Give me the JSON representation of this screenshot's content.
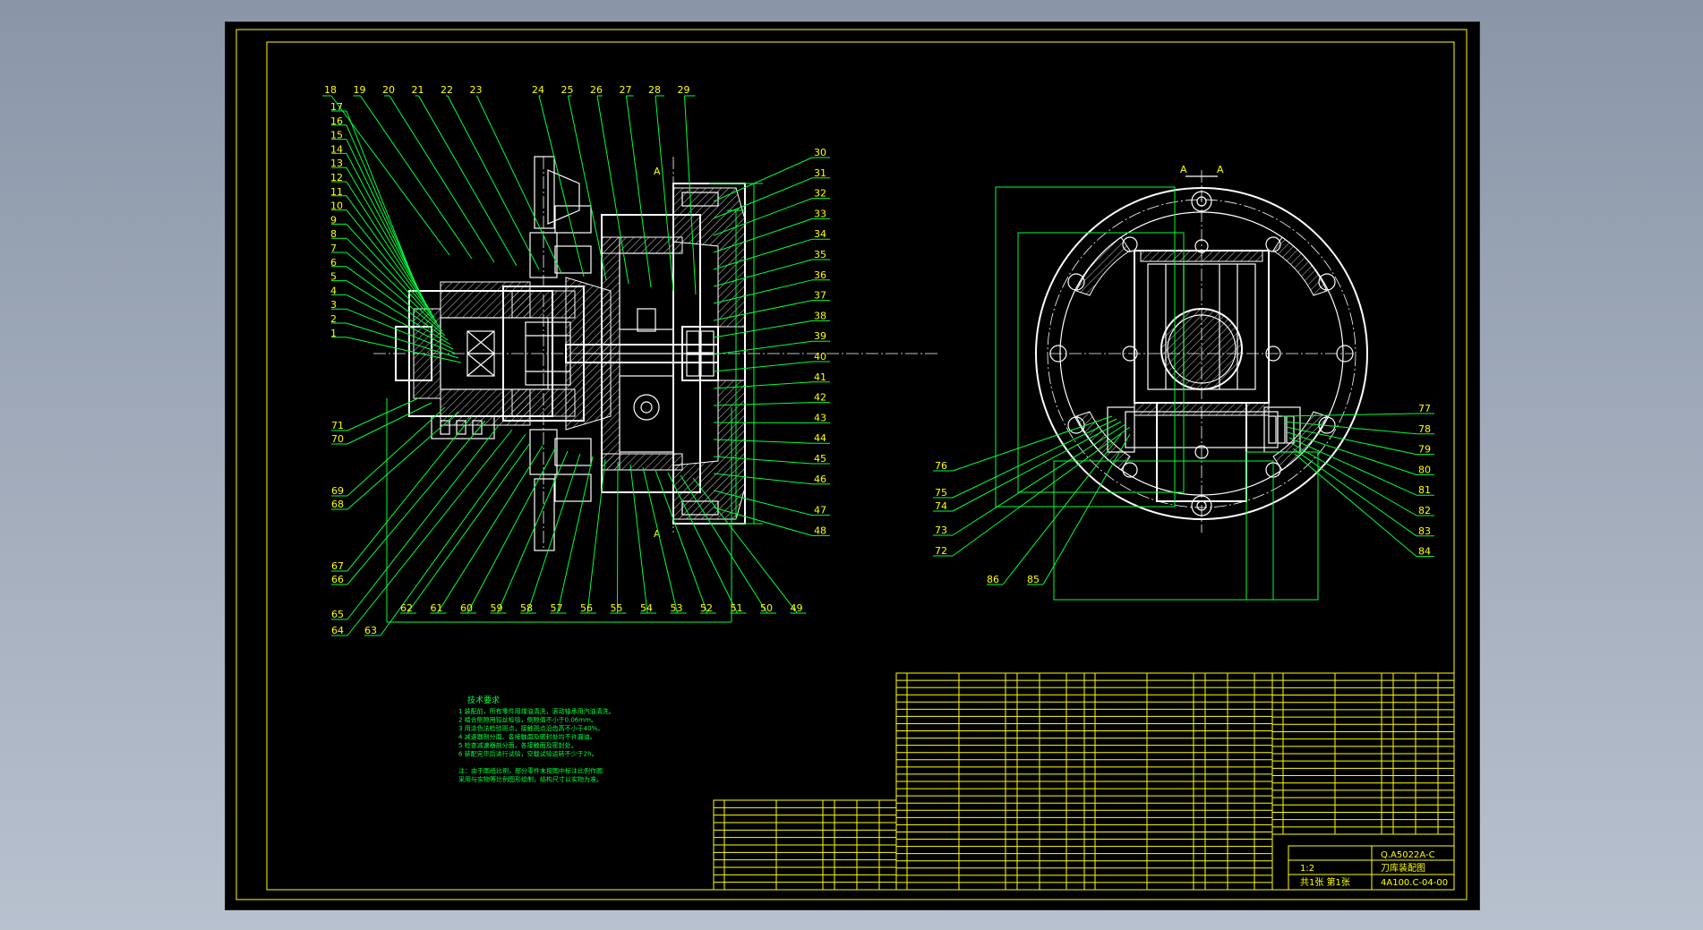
{
  "colors": {
    "background": "#000000",
    "frame": "#ffff00",
    "leader": "#00ff3c",
    "geometry": "#ffffff"
  },
  "left_view": {
    "section_marks": [
      "A",
      "A"
    ],
    "labels_top": [
      "18",
      "19",
      "20",
      "21",
      "22",
      "23",
      "24",
      "25",
      "26",
      "27",
      "28",
      "29"
    ],
    "labels_left": [
      "17",
      "16",
      "15",
      "14",
      "13",
      "12",
      "11",
      "10",
      "9",
      "8",
      "7",
      "6",
      "5",
      "4",
      "3",
      "2",
      "1"
    ],
    "labels_left_lower": [
      "71",
      "70",
      "69",
      "68",
      "67",
      "66",
      "65",
      "64",
      "63"
    ],
    "labels_right": [
      "30",
      "31",
      "32",
      "33",
      "34",
      "35",
      "36",
      "37",
      "38",
      "39",
      "40",
      "41",
      "42",
      "43",
      "44",
      "45",
      "46",
      "47",
      "48"
    ],
    "labels_bottom": [
      "62",
      "61",
      "60",
      "59",
      "58",
      "57",
      "56",
      "55",
      "54",
      "53",
      "52",
      "51",
      "50",
      "49"
    ]
  },
  "right_view": {
    "section_marks": [
      "A",
      "A"
    ],
    "labels_left": [
      "76",
      "75",
      "74",
      "73",
      "72"
    ],
    "labels_right": [
      "77",
      "78",
      "79",
      "80",
      "81",
      "82",
      "83",
      "84"
    ],
    "labels_bottom": [
      "86",
      "85"
    ]
  },
  "technical_requirements": {
    "heading": "技术要求",
    "lines": [
      "1 装配前，所有零件用煤油清洗，滚动轴承用汽油清洗。",
      "2 啮合侧隙用铅丝检验，侧隙值不小于0.06mm。",
      "3 用涂色法检验斑点，接触斑点沿齿高不小于40%。",
      "4 减速器剖分面、各接触面及密封处均不许漏油。",
      "5 检查减速器剖分面，各接触面及密封处。",
      "6 装配完毕后进行试验，空载试验运转不少于2h。",
      "",
      "注：由于图纸比例，部分零件未按图中标注比例作图",
      "    采用与实物等比例图形绘制，结构尺寸以实物为准。"
    ]
  },
  "title_block": {
    "drawing_no": "Q.A5022A-C",
    "name": "刀库装配图",
    "sheet": "共1张 第1张",
    "scale": "1:2",
    "standard": "4A100.C-04-00"
  }
}
